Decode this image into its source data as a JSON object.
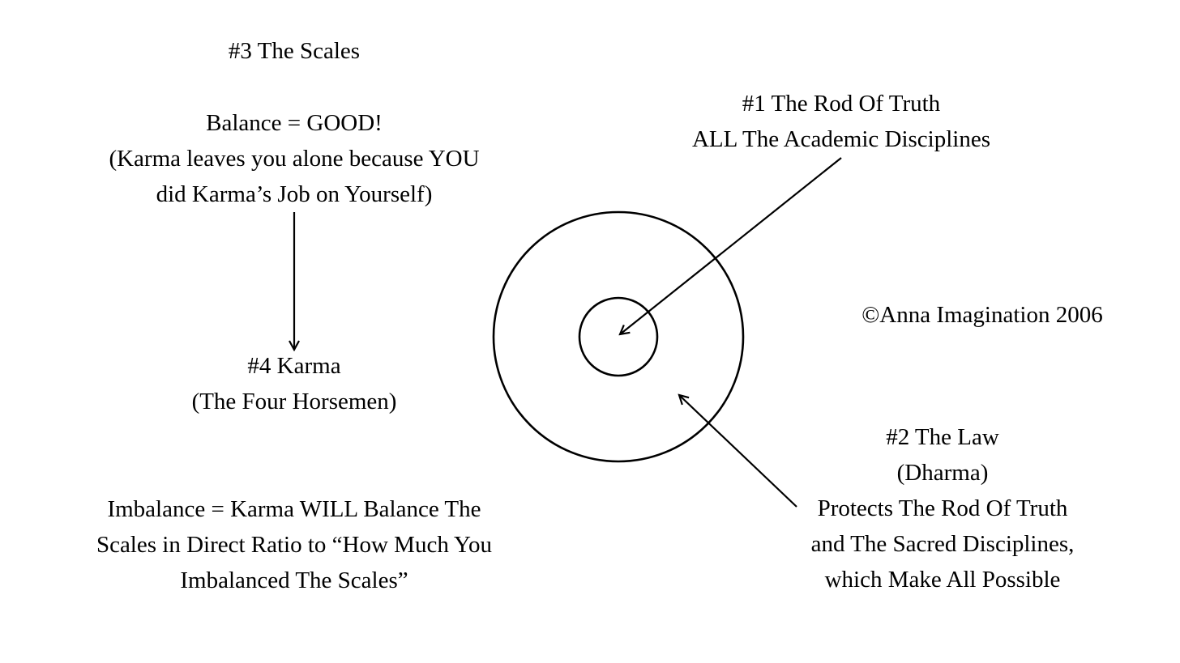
{
  "scales": {
    "title": "#3 The Scales",
    "balance": "Balance = GOOD!",
    "line1": "(Karma leaves you alone because YOU",
    "line2": "did Karma’s Job on Yourself)"
  },
  "karma": {
    "title": "#4 Karma",
    "subtitle": "(The Four Horsemen)"
  },
  "imbalance": {
    "line1": "Imbalance = Karma WILL Balance The",
    "line2": "Scales in Direct Ratio to “How Much You",
    "line3": "Imbalanced The Scales”"
  },
  "rod": {
    "title": "#1 The Rod Of Truth",
    "subtitle": "ALL The Academic Disciplines"
  },
  "law": {
    "title": "#2 The Law",
    "subtitle": "(Dharma)",
    "line1": "Protects The Rod Of Truth",
    "line2": "and The Sacred Disciplines,",
    "line3": "which Make All  Possible"
  },
  "copyright": "©Anna Imagination 2006",
  "colors": {
    "ink": "#000000",
    "background": "#ffffff"
  }
}
